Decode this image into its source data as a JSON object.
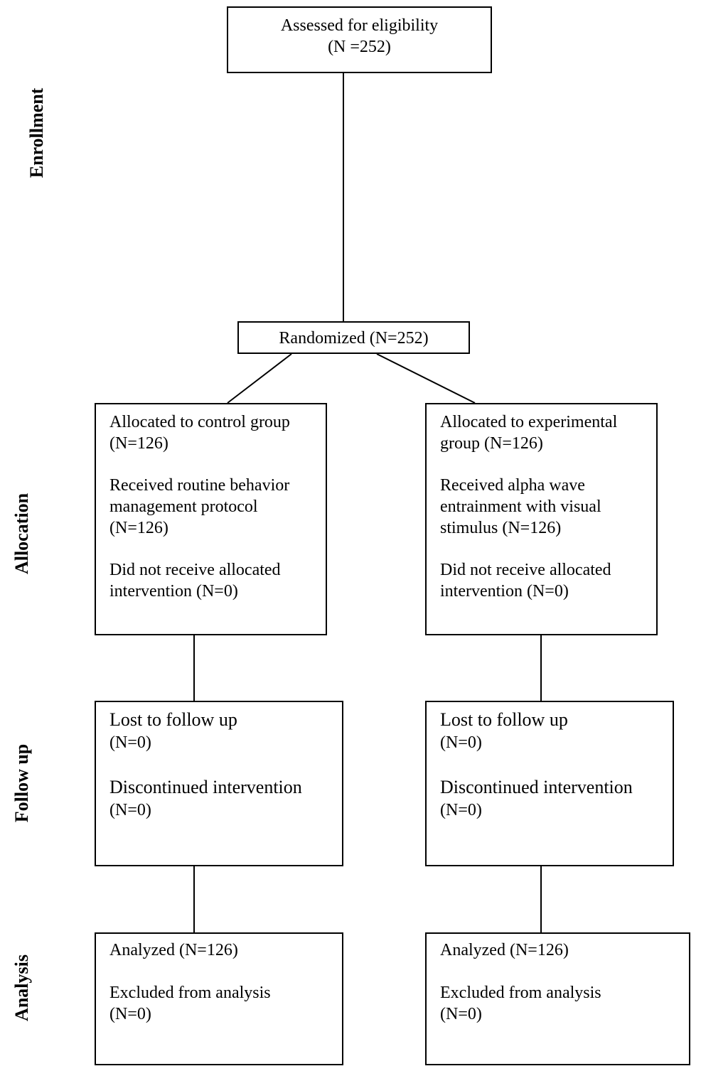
{
  "stages": {
    "enrollment": "Enrollment",
    "allocation": "Allocation",
    "follow_up": "Follow up",
    "analysis": "Analysis"
  },
  "eligibility": {
    "line1": "Assessed for eligibility",
    "line2": "(N =252)"
  },
  "randomized": "Randomized (N=252)",
  "control": {
    "allocation": [
      "Allocated to control group",
      "(N=126)",
      "Received routine behavior",
      "management protocol",
      "(N=126)",
      "Did not receive allocated",
      "intervention (N=0)"
    ],
    "follow_up": [
      "Lost to follow up",
      "(N=0)",
      "Discontinued intervention",
      "(N=0)"
    ],
    "analysis": [
      "Analyzed (N=126)",
      "Excluded from analysis",
      "(N=0)"
    ]
  },
  "experimental": {
    "allocation": [
      "Allocated to experimental",
      "group (N=126)",
      "Received alpha wave",
      "entrainment with visual",
      "stimulus (N=126)",
      "Did not receive allocated",
      "intervention (N=0)"
    ],
    "follow_up": [
      "Lost to follow up",
      "(N=0)",
      "Discontinued intervention",
      "(N=0)"
    ],
    "analysis": [
      "Analyzed (N=126)",
      "Excluded from analysis",
      "(N=0)"
    ]
  }
}
